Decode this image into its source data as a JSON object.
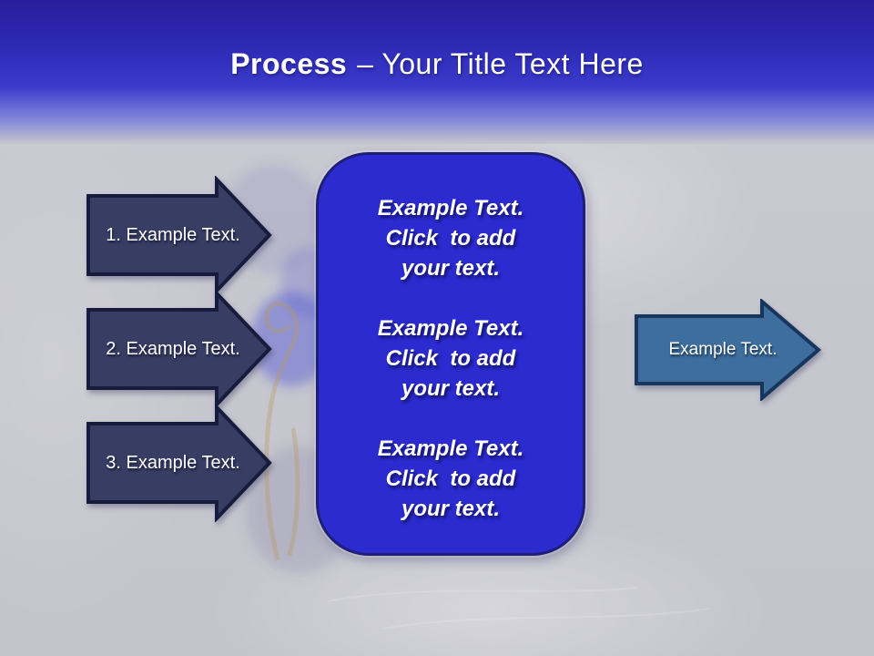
{
  "header": {
    "title_bold": "Process",
    "title_rest": "– Your Title Text Here"
  },
  "left_arrows": [
    {
      "label": "1. Example Text."
    },
    {
      "label": "2. Example Text."
    },
    {
      "label": "3. Example Text."
    }
  ],
  "center_box": {
    "blocks": [
      {
        "lines": [
          "Example Text.",
          "Click  to add",
          "your text."
        ]
      },
      {
        "lines": [
          "Example Text.",
          "Click  to add",
          "your text."
        ]
      },
      {
        "lines": [
          "Example Text.",
          "Click  to add",
          "your text."
        ]
      }
    ]
  },
  "right_arrow": {
    "label": "Example Text."
  },
  "colors": {
    "header_top": "#291f9c",
    "header_mid": "#3a3bcb",
    "background": "#c6c6ce",
    "left_arrow_fill": "#383d63",
    "left_arrow_border": "#171c3d",
    "center_box_fill": "#2b2bd0",
    "center_box_border": "#1e1e78",
    "right_arrow_fill": "#3d6e9e",
    "right_arrow_border": "#17365e",
    "text": "#ffffff"
  }
}
